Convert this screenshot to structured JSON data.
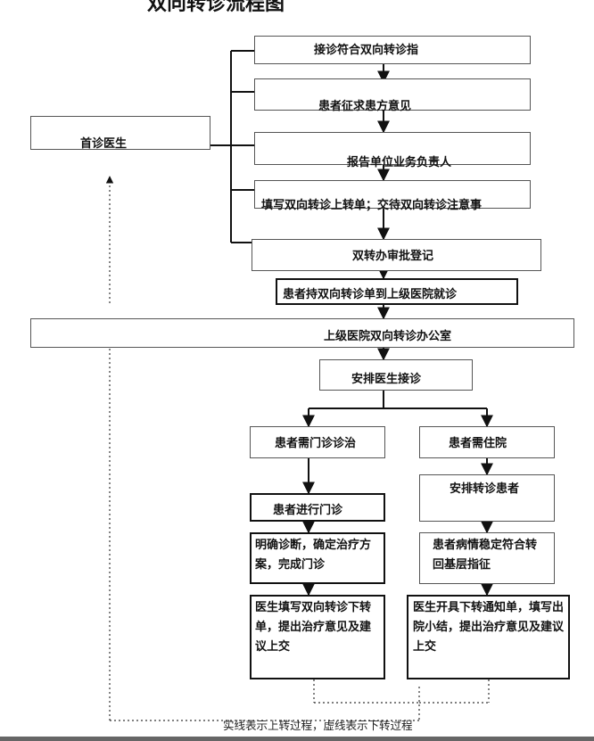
{
  "title_fragment": "双向转诊流程图",
  "nodes": {
    "first_doctor": "首诊医生",
    "step1": "接诊符合双向转诊指",
    "step2": "患者征求患方意见",
    "step3": "报告单位业务负责人",
    "step4": "填写双向转诊上转单；交待双向转诊注意事",
    "step5": "双转办审批登记",
    "step6": "患者持双向转诊单到上级医院就诊",
    "upper_office": "上级医院双向转诊办公室",
    "arrange_doctor": "安排医生接诊",
    "outpatient_need": "患者需门诊诊治",
    "inpatient_need": "患者需住院",
    "outpatient_do": "患者进行门诊",
    "diagnosis": "明确诊断，确定治疗方案，完成门诊",
    "doctor_downform": "医生填写双向转诊下转单，提出治疗意见及建议上交",
    "arrange_patient": "安排转诊患者",
    "stable": "患者病情稳定符合转回基层指征",
    "discharge": "医生开具下转通知单，填写出院小结，提出治疗意见及建议上交"
  },
  "legend": "实线表示上转过程，虚线表示下转过程"
}
